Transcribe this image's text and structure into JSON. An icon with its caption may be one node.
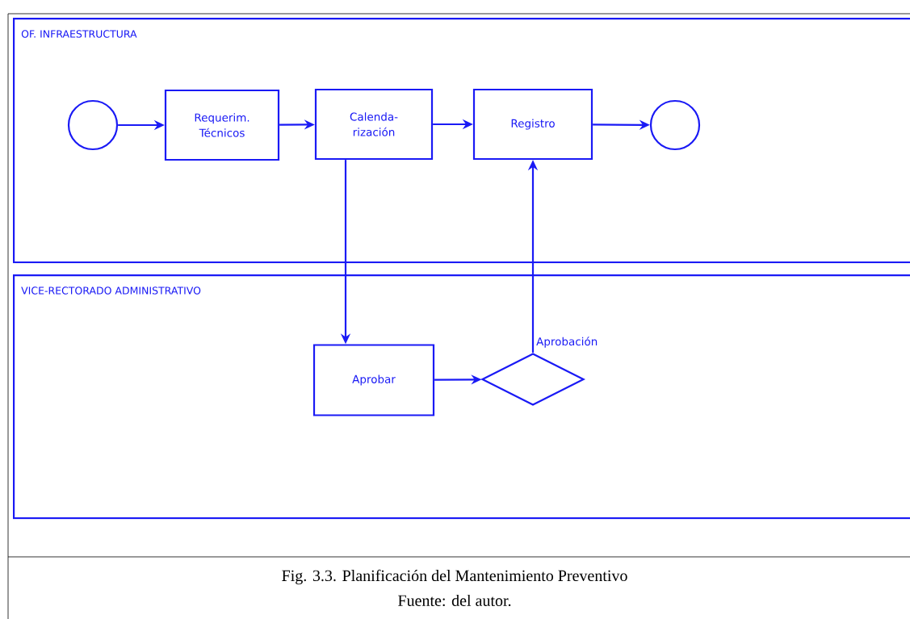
{
  "diagram": {
    "caption": "Fig. 3.3. Planificación del Mantenimiento Preventivo",
    "nodes": [
      {
        "text": [
          "OF. INFRAESTRUCTURA"
        ]
      },
      {
        "text": [],
        "shape": "circle",
        "in": 0
      },
      {
        "text": [
          "Requerim. Técnicos"
        ],
        "in": 0
      },
      {
        "text": [
          "Calenda- rización"
        ],
        "in": 0
      },
      {
        "text": [
          "Registro"
        ],
        "in": 0
      },
      {
        "text": [],
        "shape": "circle",
        "in": 0
      },
      {
        "text": [
          "VICE-RECTORADO ADMINISTRATIVO"
        ]
      },
      {
        "text": [
          "Aprobar"
        ],
        "in": 6
      },
      {
        "text": [],
        "shape": "diamond",
        "beside": [
          "Aprobación"
        ],
        "in": 6
      }
    ],
    "edges": [
      {
        "from": 1,
        "to": 2,
        "arrow": "to"
      },
      {
        "from": 2,
        "to": 3,
        "arrow": "to"
      },
      {
        "from": 3,
        "to": 4,
        "arrow": "to"
      },
      {
        "from": 4,
        "to": 5,
        "arrow": "to"
      },
      {
        "from": 3,
        "to": 7,
        "arrow": "to"
      },
      {
        "from": 7,
        "to": 8,
        "arrow": "to"
      },
      {
        "from": 8,
        "to": 4,
        "arrow": "to"
      }
    ],
    "labels": [
      "Fuente: del autor."
    ]
  }
}
